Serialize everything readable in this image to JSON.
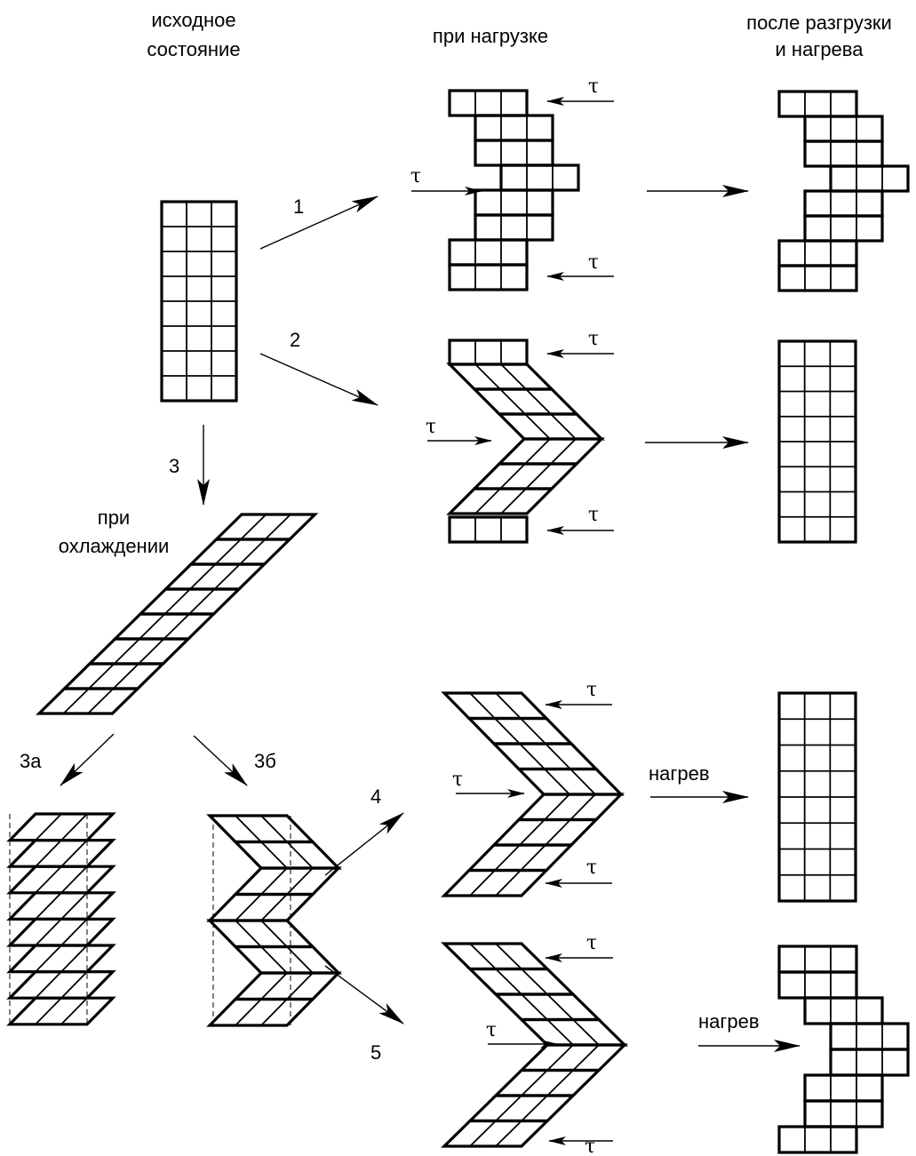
{
  "headers": {
    "initial_line1": "исходное",
    "initial_line2": "состояние",
    "loading": "при нагрузке",
    "after_line1": "после разгрузки",
    "after_line2": "и нагрева"
  },
  "cooling_line1": "при",
  "cooling_line2": "охлаждении",
  "heating": "нагрев",
  "tau": "τ",
  "paths": [
    "1",
    "2",
    "3",
    "3а",
    "3б",
    "4",
    "5"
  ],
  "colors": {
    "ink": "#000000",
    "background": "#ffffff"
  }
}
